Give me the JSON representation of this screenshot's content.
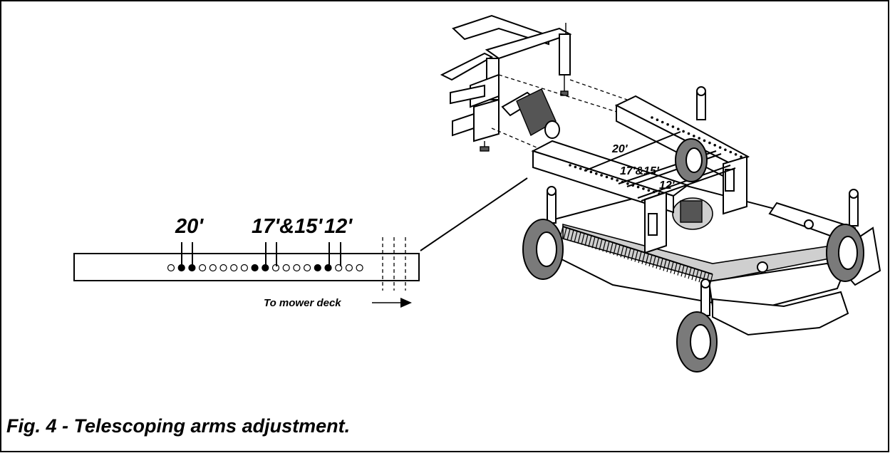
{
  "figure": {
    "caption": "Fig. 4 - Telescoping arms adjustment."
  },
  "arm_detail": {
    "labels": [
      "20'",
      "17'&15'",
      "12'"
    ],
    "direction_label": "To mower deck",
    "holes_total": 19,
    "filled_holes": [
      1,
      2,
      8,
      9,
      14,
      15
    ]
  },
  "mower_drawing": {
    "labels": [
      "20'",
      "17'&15'",
      "12'"
    ]
  }
}
